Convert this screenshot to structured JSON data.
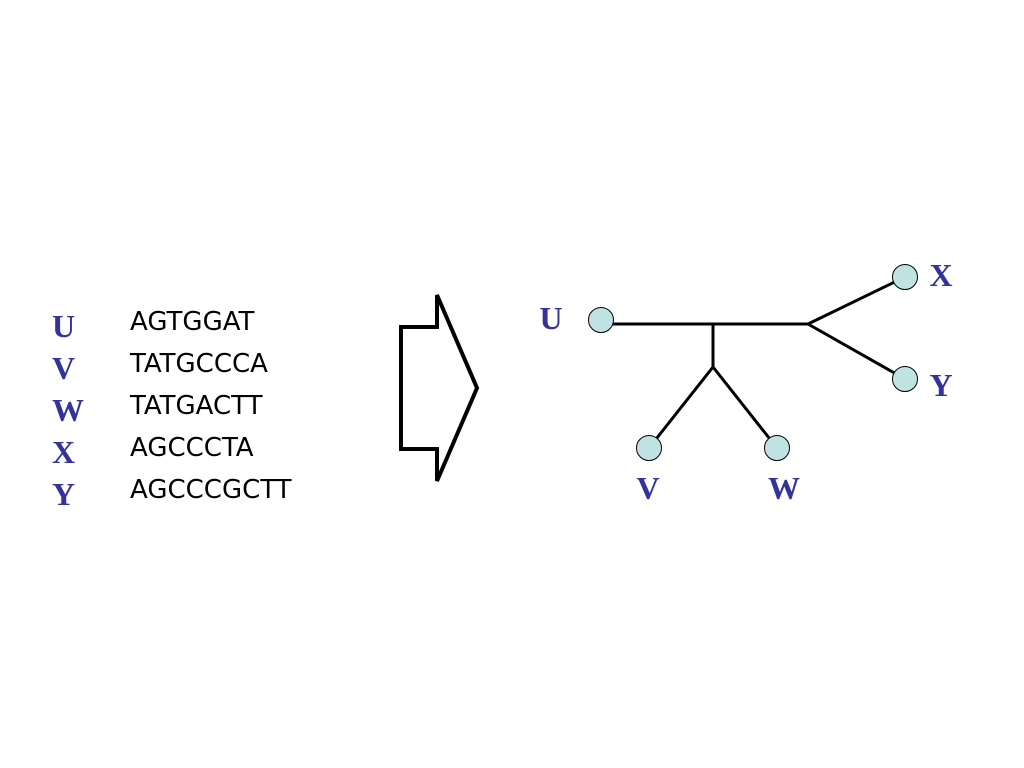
{
  "colors": {
    "label": "#333399",
    "node_fill": "#bfe3e3",
    "edge": "#000000"
  },
  "sequences": [
    {
      "taxon": "U",
      "sequence": "AGTGGAT"
    },
    {
      "taxon": "V",
      "sequence": "TATGCCCA"
    },
    {
      "taxon": "W",
      "sequence": "TATGACTT"
    },
    {
      "taxon": "X",
      "sequence": "AGCCCTA"
    },
    {
      "taxon": "Y",
      "sequence": "AGCCCGCTT"
    }
  ],
  "tree": {
    "leaves": [
      "U",
      "V",
      "W",
      "X",
      "Y"
    ]
  }
}
